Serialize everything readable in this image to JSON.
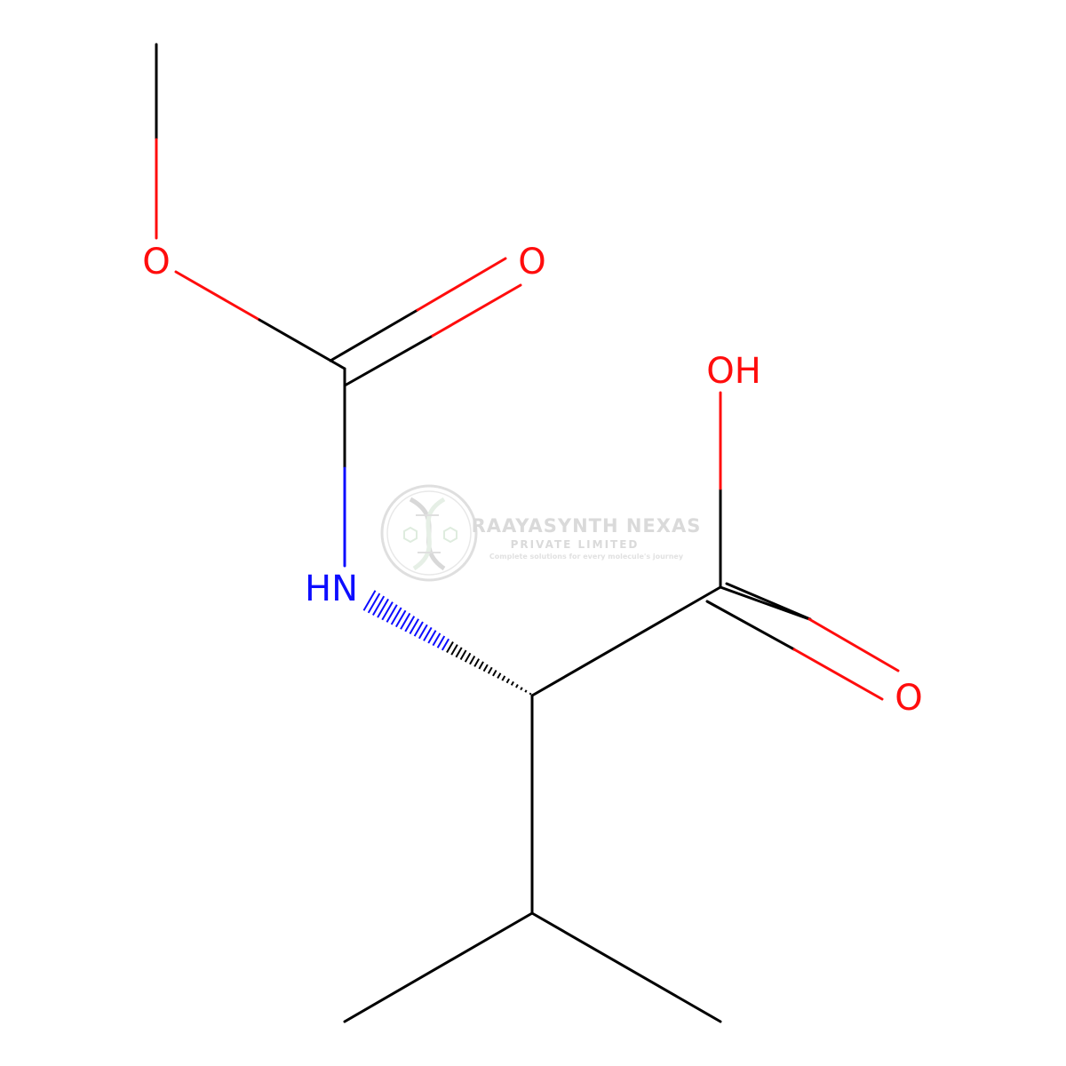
{
  "molecule": {
    "atoms": {
      "o_methoxy": "O",
      "o_carbonyl_carbamate": "O",
      "oh_acid": "OH",
      "o_carbonyl_acid": "O",
      "nh": "HN"
    }
  },
  "watermark": {
    "company": "RAAYASYNTH NEXAS",
    "subtitle": "PRIVATE LIMITED",
    "tagline": "Complete solutions for every molecule's journey"
  },
  "colors": {
    "bond": "#000000",
    "oxygen": "#ff0d0d",
    "nitrogen": "#0d0dff",
    "background": "#ffffff",
    "watermark": "#d9d9d9"
  }
}
